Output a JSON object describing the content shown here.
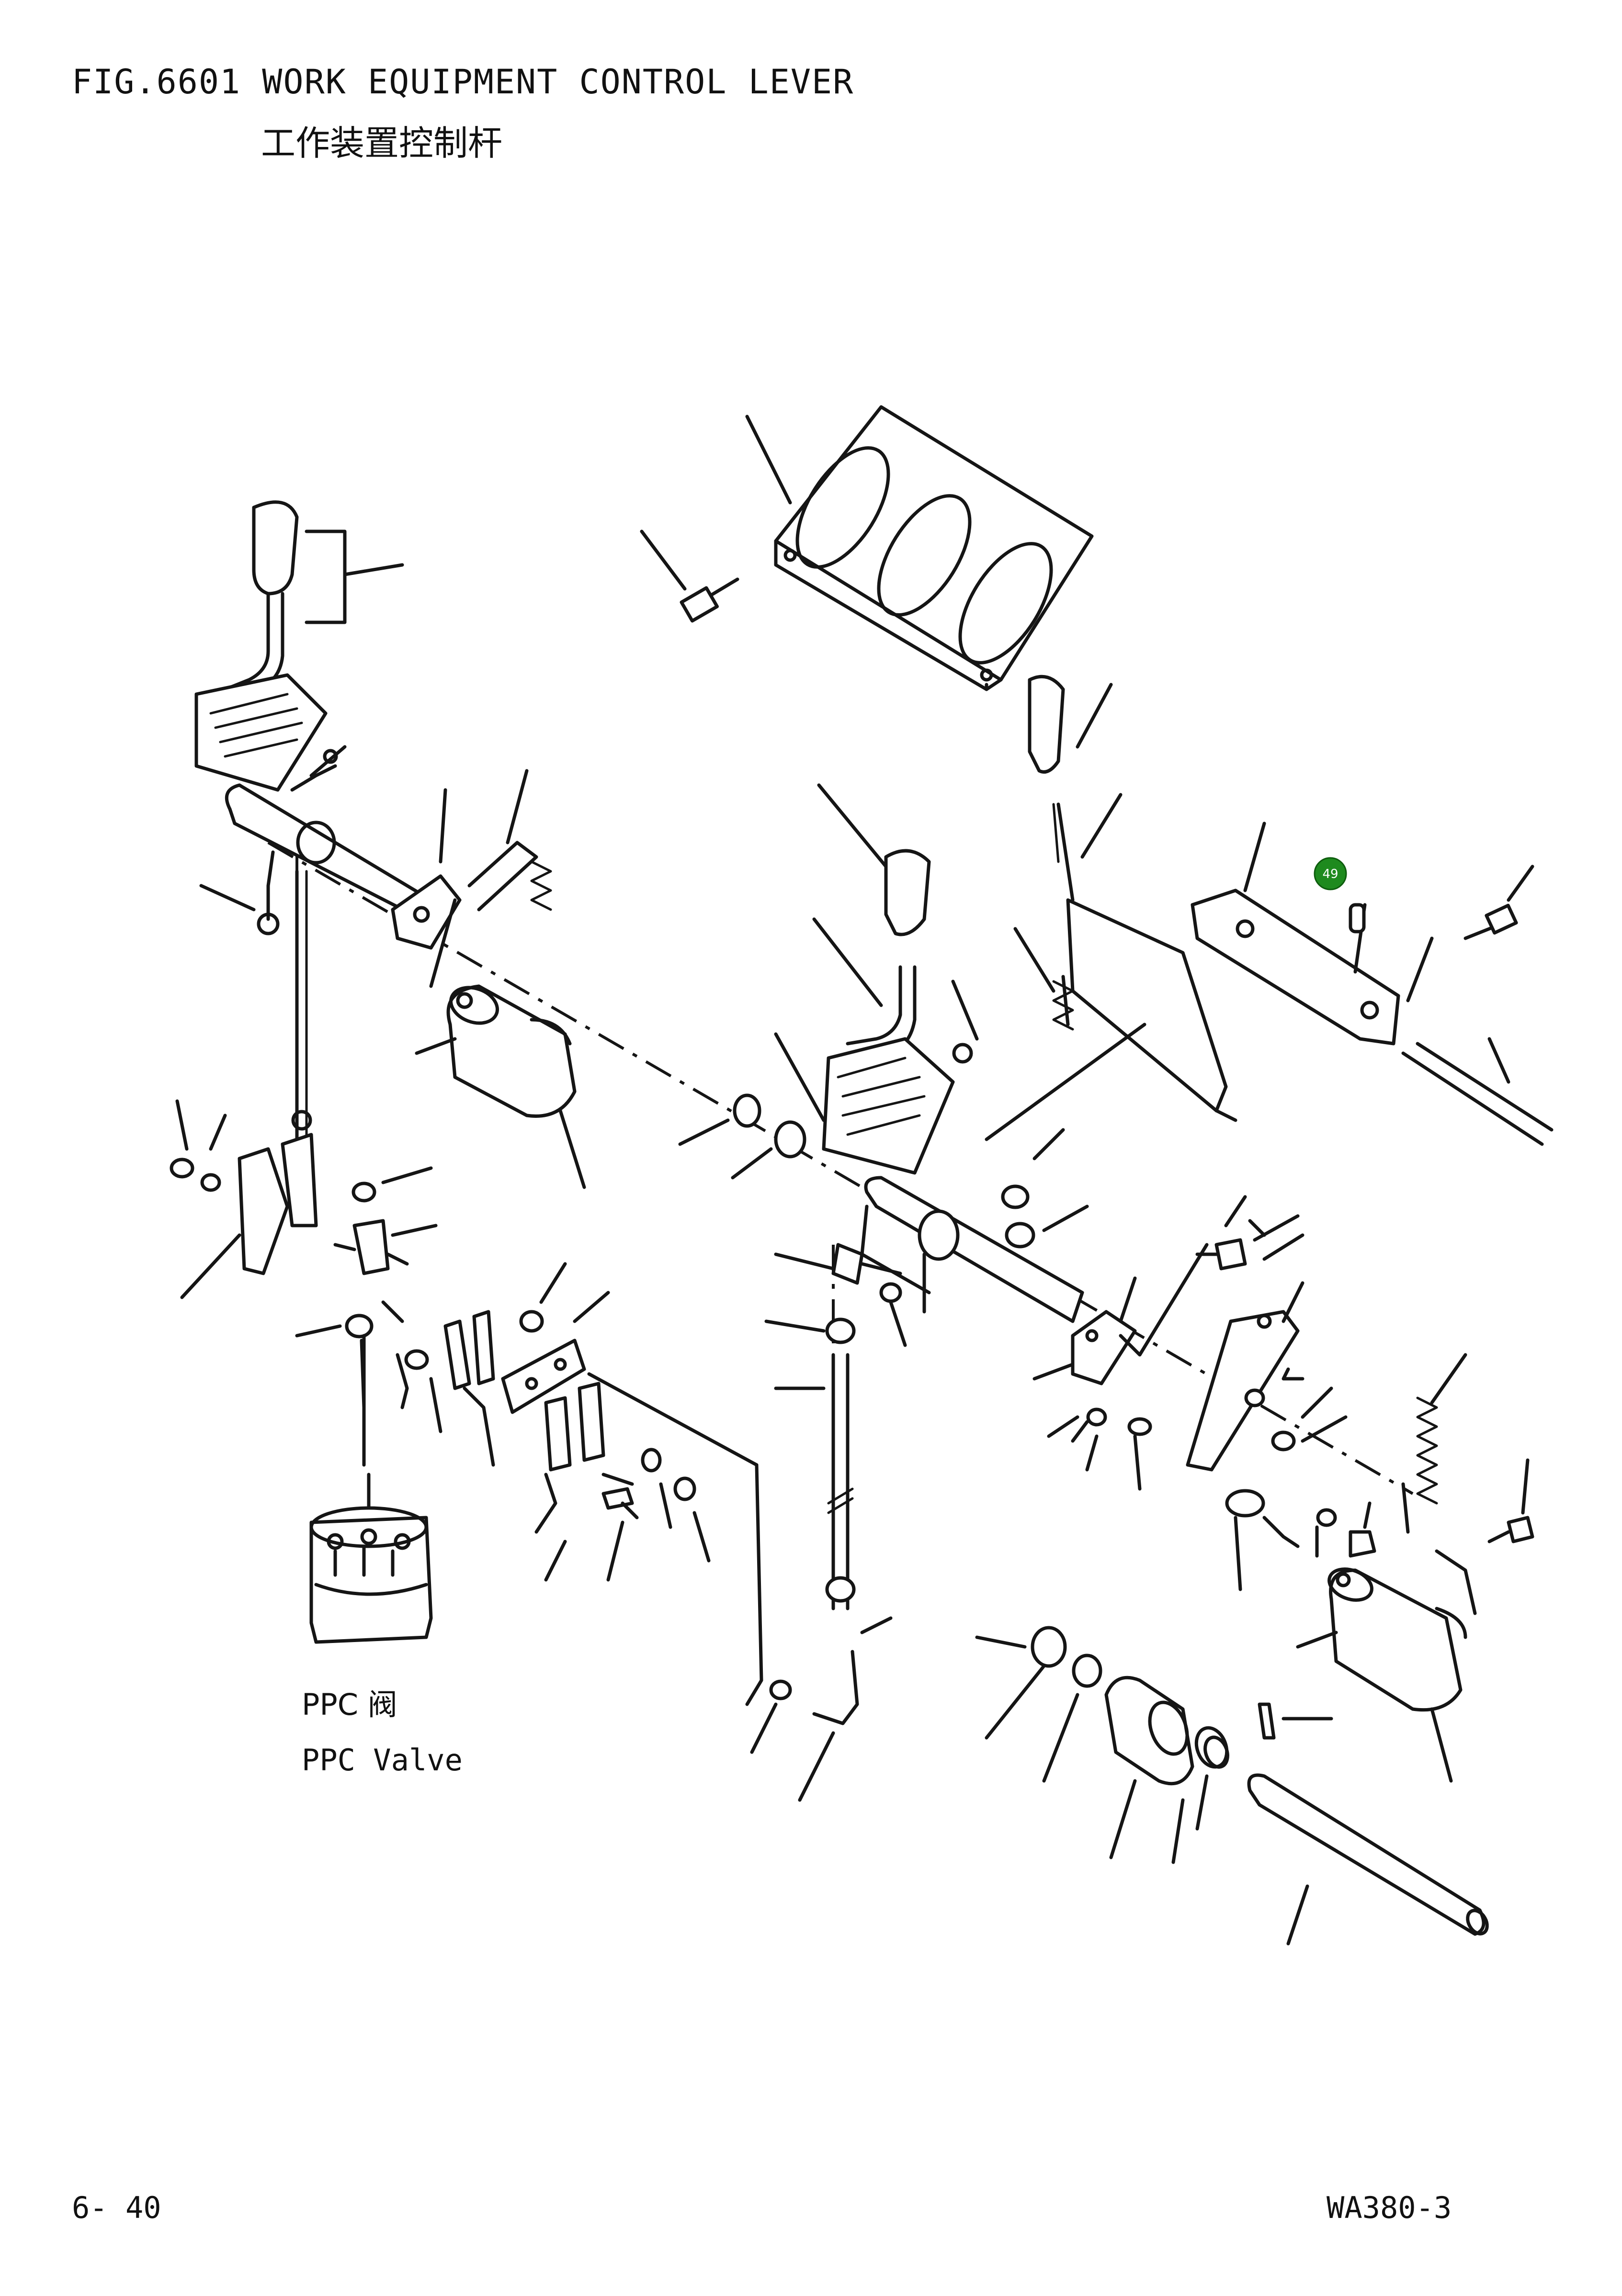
{
  "header": {
    "figure_title": "FIG.6601  WORK EQUIPMENT CONTROL LEVER",
    "figure_title_cn": "工作装置控制杆"
  },
  "labels": {
    "ppc_valve_cn": "PPC 阀",
    "ppc_valve_en": "PPC Valve"
  },
  "footer": {
    "page_number": "6- 40",
    "model": "WA380-3"
  },
  "callout_marker": {
    "number": "49",
    "color": "#1e8a1e"
  }
}
